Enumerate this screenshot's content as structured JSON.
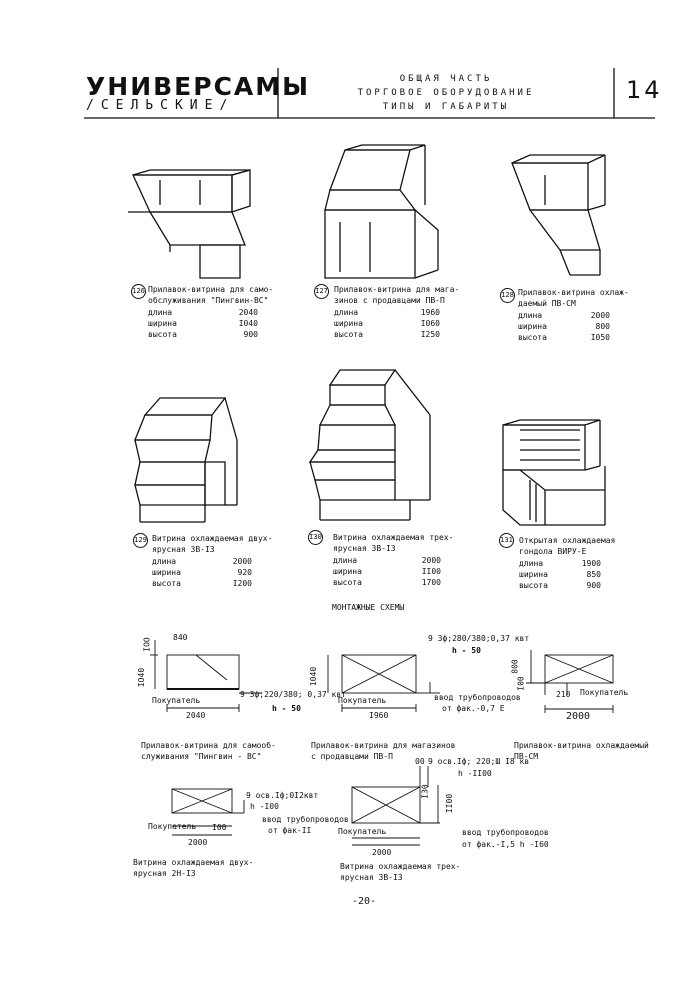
{
  "header": {
    "title_main": "УНИВЕРСАМЫ",
    "title_sub": "/СЕЛЬСКИЕ/",
    "lines": [
      "ОБЩАЯ ЧАСТЬ",
      "ТОРГОВОЕ ОБОРУДОВАНИЕ",
      "ТИПЫ И ГАБАРИТЫ"
    ],
    "page_number": "14"
  },
  "items": [
    {
      "num": "126",
      "caption": [
        "Прилавок-витрина для само-",
        "обслуживания \"Пингвин-ВС\""
      ],
      "specs": [
        {
          "k": "длина",
          "v": "2040"
        },
        {
          "k": "ширина",
          "v": "I040"
        },
        {
          "k": "высота",
          "v": "900"
        }
      ]
    },
    {
      "num": "I27",
      "caption": [
        "Прилавок-витрина для мага-",
        "зинов с продавцами ПВ-П"
      ],
      "specs": [
        {
          "k": "длина",
          "v": "1960"
        },
        {
          "k": "ширина",
          "v": "I060"
        },
        {
          "k": "высота",
          "v": "I250"
        }
      ]
    },
    {
      "num": "128",
      "caption": [
        "Прилавок-витрина охлаж-",
        "даемый ПВ-СМ"
      ],
      "specs": [
        {
          "k": "длина",
          "v": "2000"
        },
        {
          "k": "ширина",
          "v": "800"
        },
        {
          "k": "высота",
          "v": "I050"
        }
      ]
    },
    {
      "num": "129",
      "caption": [
        "Витрина охлаждаемая двух-",
        "ярусная ЗВ-I3"
      ],
      "specs": [
        {
          "k": "длина",
          "v": "2000"
        },
        {
          "k": "ширина",
          "v": "920"
        },
        {
          "k": "высота",
          "v": "I200"
        }
      ]
    },
    {
      "num": "I30",
      "caption": [
        "Витрина охлаждаемая трех-",
        "ярусная ЗВ-I3"
      ],
      "specs": [
        {
          "k": "длина",
          "v": "2000"
        },
        {
          "k": "ширина",
          "v": "II00"
        },
        {
          "k": "высота",
          "v": "1700"
        }
      ]
    },
    {
      "num": "131",
      "caption": [
        "Открытая охлаждаемая",
        "гондола ВИРУ-Е"
      ],
      "specs": [
        {
          "k": "длина",
          "v": "1900"
        },
        {
          "k": "ширина",
          "v": "850"
        },
        {
          "k": "высота",
          "v": "900"
        }
      ]
    }
  ],
  "section_title": "МОНТАЖНЫЕ СХЕМЫ",
  "schemes": {
    "s1": {
      "dims": {
        "w": "840",
        "h1": "IOO",
        "h2": "IO40",
        "len": "2040"
      },
      "buyer": "Покупатель",
      "power": "9 3ф;220/380; 0,37 квт",
      "hval": "h - 50",
      "caption": [
        "Прилавок-витрина для самооб-",
        "служивания \"Пингвин - ВС\""
      ]
    },
    "s2": {
      "dims": {
        "h": "1040",
        "len": "I960"
      },
      "buyer": "Покупатель",
      "power": "9 3ф;280/380;0,37 квт",
      "hval": "h - 50",
      "pipe": [
        "ввод трубопроводов",
        "от фак.-0,7 E"
      ],
      "caption": [
        "Прилавок-витрина для магазинов",
        "с продавцами ПВ-П"
      ]
    },
    "s3": {
      "dims": {
        "h1": "800",
        "h2": "I00",
        "w": "210",
        "len": "2000"
      },
      "buyer": "Покупатель",
      "caption": [
        "Прилавок-витрина охлаждаемый",
        "ПВ-СМ"
      ]
    },
    "s4": {
      "dims": {
        "d": "I00",
        "len": "2000"
      },
      "buyer": "Покупатель",
      "power": [
        "9 осв.Iф;0I2квт",
        "h -I00"
      ],
      "pipe": [
        "ввод трубопроводов",
        "от фак-II"
      ],
      "caption": [
        "Витрина охлаждаемая двух-",
        "ярусная 2Н-I3"
      ]
    },
    "s5": {
      "dims": {
        "top": "00",
        "d": "I30",
        "h": "II00",
        "len": "2000"
      },
      "buyer": "Покупатель",
      "power": [
        "9 осв.Iф; 220;Ш I8 кв",
        "h -II00"
      ],
      "pipe": [
        "ввод трубопроводов",
        "от фак.-I,5  h -I60"
      ],
      "caption": [
        "Витрина охлаждаемая трех-",
        "ярусная ЗВ-I3"
      ]
    }
  },
  "footer": "-20-"
}
